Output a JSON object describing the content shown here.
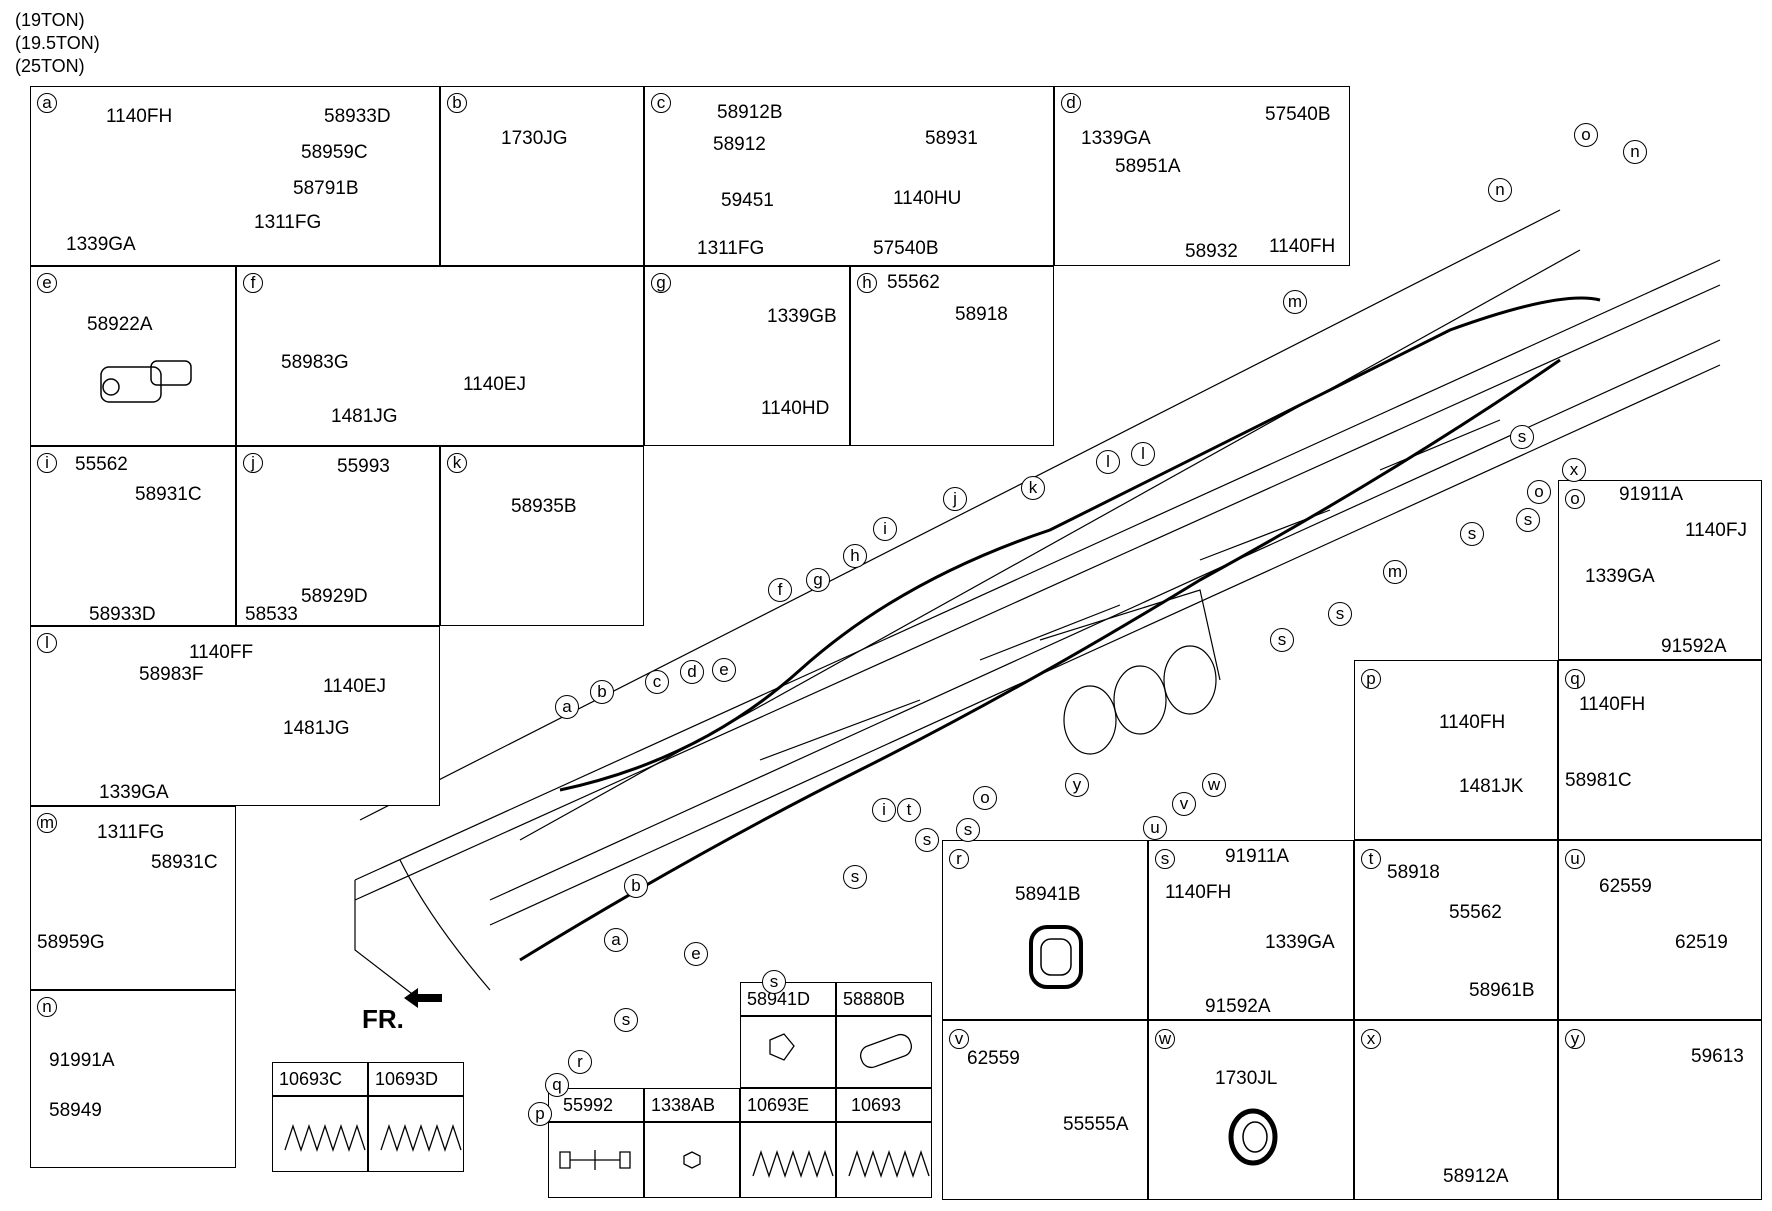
{
  "header": {
    "lines": [
      "(19TON)",
      "(19.5TON)",
      "(25TON)"
    ]
  },
  "front_marker": {
    "text": "FR."
  },
  "panels": [
    {
      "letter": "a",
      "labels": [
        "1140FH",
        "58933D",
        "58959C",
        "58791B",
        "1311FG",
        "1339GA"
      ]
    },
    {
      "letter": "b",
      "labels": [
        "1730JG"
      ]
    },
    {
      "letter": "c",
      "labels": [
        "58912B",
        "58912",
        "58931",
        "59451",
        "1140HU",
        "1311FG",
        "57540B"
      ]
    },
    {
      "letter": "d",
      "labels": [
        "57540B",
        "1339GA",
        "58951A",
        "58932",
        "1140FH"
      ]
    },
    {
      "letter": "e",
      "labels": [
        "58922A"
      ]
    },
    {
      "letter": "f",
      "labels": [
        "58983G",
        "1140EJ",
        "1481JG"
      ]
    },
    {
      "letter": "g",
      "labels": [
        "1339GB",
        "1140HD"
      ]
    },
    {
      "letter": "h",
      "labels": [
        "55562",
        "58918"
      ]
    },
    {
      "letter": "i",
      "labels": [
        "55562",
        "58931C",
        "58933D"
      ]
    },
    {
      "letter": "j",
      "labels": [
        "55993",
        "58533",
        "58929D"
      ]
    },
    {
      "letter": "k",
      "labels": [
        "58935B"
      ]
    },
    {
      "letter": "l",
      "labels": [
        "1140FF",
        "58983F",
        "1140EJ",
        "1481JG",
        "1339GA"
      ]
    },
    {
      "letter": "m",
      "labels": [
        "1311FG",
        "58931C",
        "58959G"
      ]
    },
    {
      "letter": "n",
      "labels": [
        "91991A",
        "58949"
      ]
    },
    {
      "letter": "o",
      "labels": [
        "91911A",
        "1140FJ",
        "1339GA",
        "91592A"
      ]
    },
    {
      "letter": "p",
      "labels": [
        "1140FH",
        "1481JK"
      ]
    },
    {
      "letter": "q",
      "labels": [
        "1140FH",
        "58981C"
      ]
    },
    {
      "letter": "r",
      "labels": [
        "58941B"
      ]
    },
    {
      "letter": "s",
      "labels": [
        "91911A",
        "1140FH",
        "1339GA",
        "91592A"
      ]
    },
    {
      "letter": "t",
      "labels": [
        "58918",
        "55562",
        "58961B"
      ]
    },
    {
      "letter": "u",
      "labels": [
        "62559",
        "62519"
      ]
    },
    {
      "letter": "v",
      "labels": [
        "62559",
        "55555A"
      ]
    },
    {
      "letter": "w",
      "labels": [
        "1730JL"
      ]
    },
    {
      "letter": "x",
      "labels": [
        "58912A"
      ]
    },
    {
      "letter": "y",
      "labels": [
        "59613"
      ]
    }
  ],
  "parts_tables": [
    {
      "headers": [
        "10693C",
        "10693D"
      ]
    },
    {
      "headers": [
        "58941D",
        "58880B"
      ]
    },
    {
      "headers": [
        "55992",
        "1338AB",
        "10693E",
        "10693"
      ]
    }
  ],
  "callouts": [
    "a",
    "b",
    "c",
    "d",
    "e",
    "f",
    "g",
    "h",
    "i",
    "j",
    "k",
    "l",
    "l",
    "m",
    "m",
    "n",
    "n",
    "o",
    "o",
    "s",
    "s",
    "s",
    "s",
    "s",
    "x",
    "y",
    "u",
    "v",
    "w",
    "s",
    "o",
    "s",
    "t",
    "i",
    "s",
    "s",
    "e",
    "b",
    "a",
    "s",
    "r",
    "q",
    "p"
  ]
}
